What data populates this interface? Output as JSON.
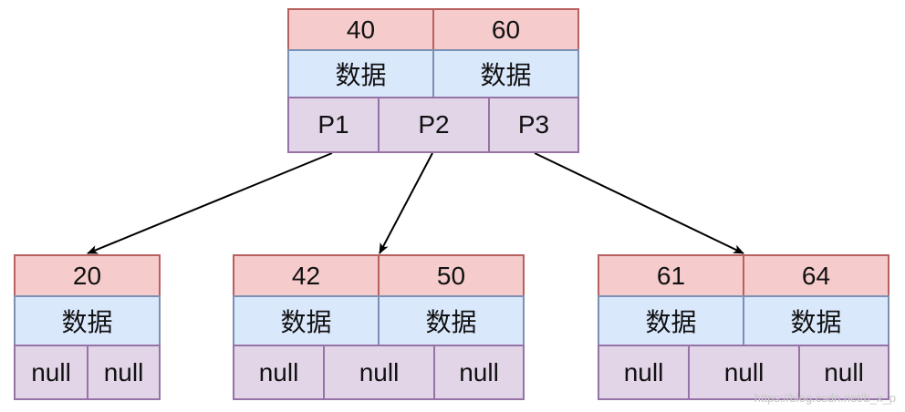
{
  "root": {
    "keys": [
      "40",
      "60"
    ],
    "data": [
      "数据",
      "数据"
    ],
    "pointers": [
      "P1",
      "P2",
      "P3"
    ]
  },
  "children": [
    {
      "keys": [
        "20"
      ],
      "data": [
        "数据"
      ],
      "pointers": [
        "null",
        "null"
      ]
    },
    {
      "keys": [
        "42",
        "50"
      ],
      "data": [
        "数据",
        "数据"
      ],
      "pointers": [
        "null",
        "null",
        "null"
      ]
    },
    {
      "keys": [
        "61",
        "64"
      ],
      "data": [
        "数据",
        "数据"
      ],
      "pointers": [
        "null",
        "null",
        "null"
      ]
    }
  ],
  "colors": {
    "key_fill": "#f5cccb",
    "key_stroke": "#b7615e",
    "data_fill": "#dae8fc",
    "data_stroke": "#7d8fb3",
    "pointer_fill": "#e1d5e7",
    "pointer_stroke": "#9673a6",
    "edge": "#000000"
  },
  "watermark": "https://blog.csdn.net/b_x_p"
}
